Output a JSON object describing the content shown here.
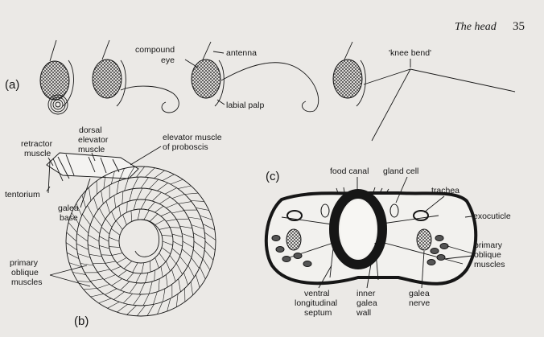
{
  "header": {
    "title": "The head",
    "page_number": "35"
  },
  "panels": {
    "a": "(a)",
    "b": "(b)",
    "c": "(c)"
  },
  "labels_a": {
    "compound_eye_1": "compound",
    "compound_eye_2": "eye",
    "antenna": "antenna",
    "labial_palp": "labial palp",
    "knee_bend": "'knee bend'"
  },
  "labels_b": {
    "retractor_1": "retractor",
    "retractor_2": "muscle",
    "dorsal_1": "dorsal",
    "dorsal_2": "elevator",
    "dorsal_3": "muscle",
    "elevator_1": "elevator muscle",
    "elevator_2": "of proboscis",
    "tentorium": "tentorium",
    "galea_1": "galea",
    "galea_2": "base",
    "primary_1": "primary",
    "primary_2": "oblique",
    "primary_3": "muscles"
  },
  "labels_c": {
    "food_canal": "food canal",
    "gland_cell": "gland cell",
    "trachea": "trachea",
    "exocuticle": "exocuticle",
    "primary_1": "primary",
    "primary_2": "oblique",
    "primary_3": "muscles",
    "ventral_1": "ventral",
    "ventral_2": "longitudinal",
    "ventral_3": "septum",
    "inner_1": "inner",
    "inner_2": "galea",
    "inner_3": "wall",
    "nerve_1": "galea",
    "nerve_2": "nerve"
  }
}
